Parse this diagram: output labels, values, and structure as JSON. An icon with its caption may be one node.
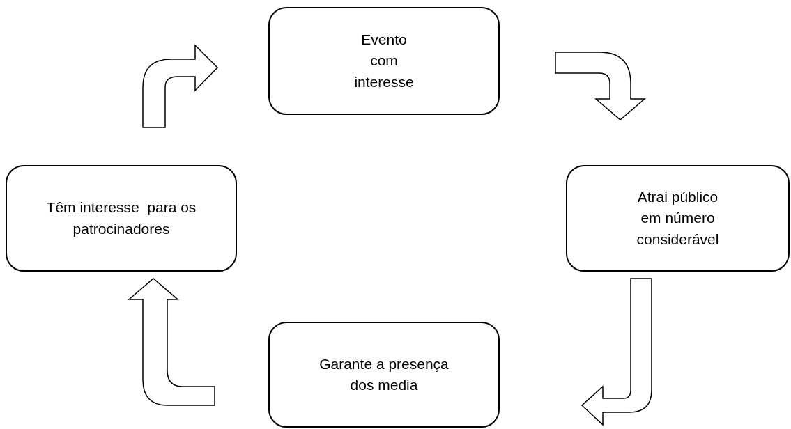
{
  "diagram": {
    "nodes": [
      {
        "text": [
          "Evento com interesse"
        ]
      },
      {
        "text": [
          "Atrai público em número considerável"
        ]
      },
      {
        "text": [
          "Garante a presença dos media"
        ]
      },
      {
        "text": [
          "Têm interesse  para os patrocinadores"
        ]
      }
    ],
    "edges": [
      {
        "from": 0,
        "to": 1,
        "arrow": "to"
      },
      {
        "from": 1,
        "to": 2,
        "arrow": "to"
      },
      {
        "from": 2,
        "to": 3,
        "arrow": "to"
      },
      {
        "from": 3,
        "to": 0,
        "arrow": "to"
      }
    ]
  }
}
